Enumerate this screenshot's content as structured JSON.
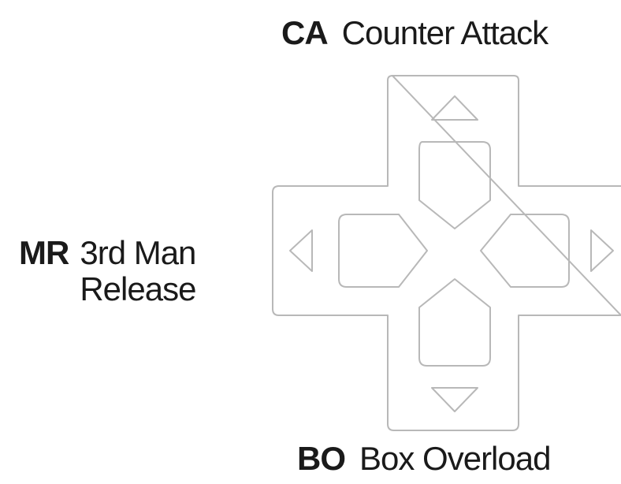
{
  "directions": {
    "up": {
      "abbr": "CA",
      "label": "Counter Attack"
    },
    "left": {
      "abbr": "MR",
      "label_line1": "3rd Man",
      "label_line2": "Release"
    },
    "down": {
      "abbr": "BO",
      "label": "Box Overload"
    }
  },
  "colors": {
    "text": "#1a1a1a",
    "outline": "#b8b8b8",
    "background": "#ffffff"
  },
  "icons": [
    "arrow-up-icon",
    "arrow-down-icon",
    "arrow-left-icon",
    "arrow-right-icon"
  ]
}
